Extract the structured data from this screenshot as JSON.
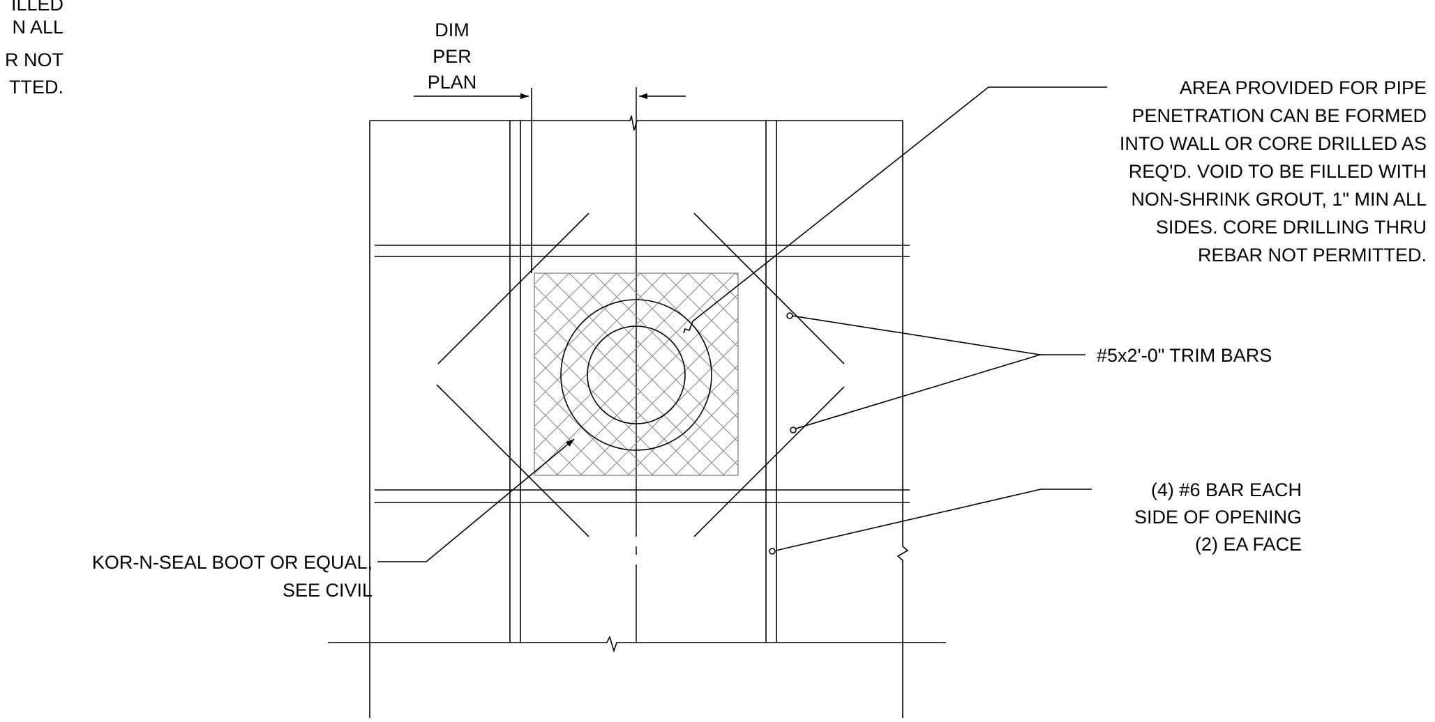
{
  "labels": {
    "cropped_note": [
      "ILLED",
      "N ALL",
      "R NOT",
      "TTED."
    ],
    "dim_per_plan": [
      "DIM",
      "PER",
      "PLAN"
    ],
    "area_note": [
      "AREA PROVIDED FOR PIPE",
      "PENETRATION CAN BE FORMED",
      "INTO WALL OR CORE DRILLED AS",
      "REQ'D. VOID TO BE FILLED WITH",
      "NON-SHRINK GROUT, 1\" MIN ALL",
      "SIDES. CORE DRILLING THRU",
      "REBAR NOT PERMITTED."
    ],
    "trim_bars": "#5x2'-0\" TRIM BARS",
    "bar_note": [
      "(4) #6 BAR EACH",
      "SIDE OF OPENING",
      "(2) EA FACE"
    ],
    "boot_note": [
      "KOR-N-SEAL BOOT OR EQUAL,",
      "SEE CIVIL"
    ]
  }
}
